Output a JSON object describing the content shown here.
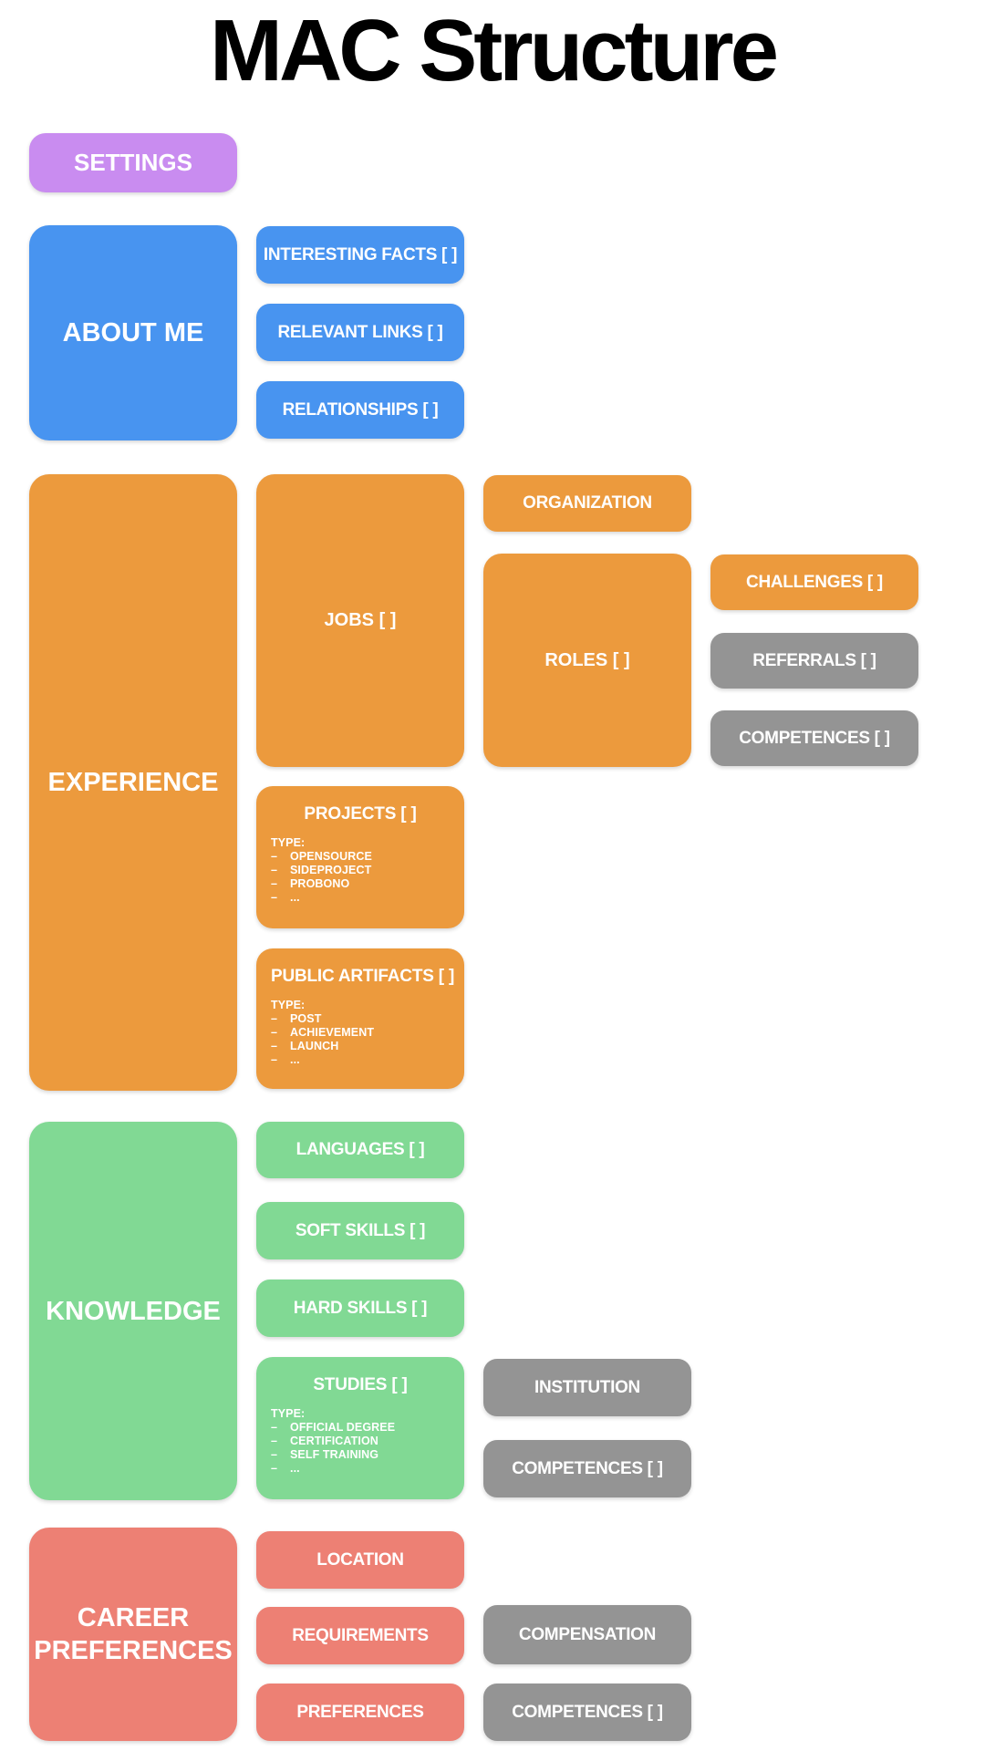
{
  "title": "MAC Structure",
  "colors": {
    "purple": "#C98CF0",
    "blue": "#4894F0",
    "orange": "#EC9A3D",
    "green": "#81D994",
    "gray": "#949494",
    "salmon": "#ED8074"
  },
  "sections": {
    "settings": {
      "label": "SETTINGS"
    },
    "about_me": {
      "label": "ABOUT ME",
      "children": [
        {
          "label": "INTERESTING FACTS [ ]"
        },
        {
          "label": "RELEVANT LINKS [ ]"
        },
        {
          "label": "RELATIONSHIPS [ ]"
        }
      ]
    },
    "experience": {
      "label": "EXPERIENCE",
      "jobs": {
        "label": "JOBS [ ]"
      },
      "projects": {
        "label": "PROJECTS [ ]",
        "type_label": "TYPE:",
        "types": [
          "OPENSOURCE",
          "SIDEPROJECT",
          "PROBONO",
          "..."
        ]
      },
      "public_artifacts": {
        "label": "PUBLIC ARTIFACTS [ ]",
        "type_label": "TYPE:",
        "types": [
          "POST",
          "ACHIEVEMENT",
          "LAUNCH",
          "..."
        ]
      },
      "organization": {
        "label": "ORGANIZATION"
      },
      "roles": {
        "label": "ROLES [ ]"
      },
      "challenges": {
        "label": "CHALLENGES [ ]"
      },
      "referrals": {
        "label": "REFERRALS [ ]"
      },
      "competences": {
        "label": "COMPETENCES [ ]"
      }
    },
    "knowledge": {
      "label": "KNOWLEDGE",
      "children": [
        {
          "label": "LANGUAGES [ ]"
        },
        {
          "label": "SOFT SKILLS [ ]"
        },
        {
          "label": "HARD SKILLS [ ]"
        }
      ],
      "studies": {
        "label": "STUDIES [ ]",
        "type_label": "TYPE:",
        "types": [
          "OFFICIAL DEGREE",
          "CERTIFICATION",
          "SELF TRAINING",
          "..."
        ]
      },
      "institution": {
        "label": "INSTITUTION"
      },
      "competences": {
        "label": "COMPETENCES [ ]"
      }
    },
    "career_preferences": {
      "label": "CAREER PREFERENCES",
      "children": [
        {
          "label": "LOCATION"
        },
        {
          "label": "REQUIREMENTS"
        },
        {
          "label": "PREFERENCES"
        }
      ],
      "compensation": {
        "label": "COMPENSATION"
      },
      "competences": {
        "label": "COMPETENCES [ ]"
      }
    }
  }
}
